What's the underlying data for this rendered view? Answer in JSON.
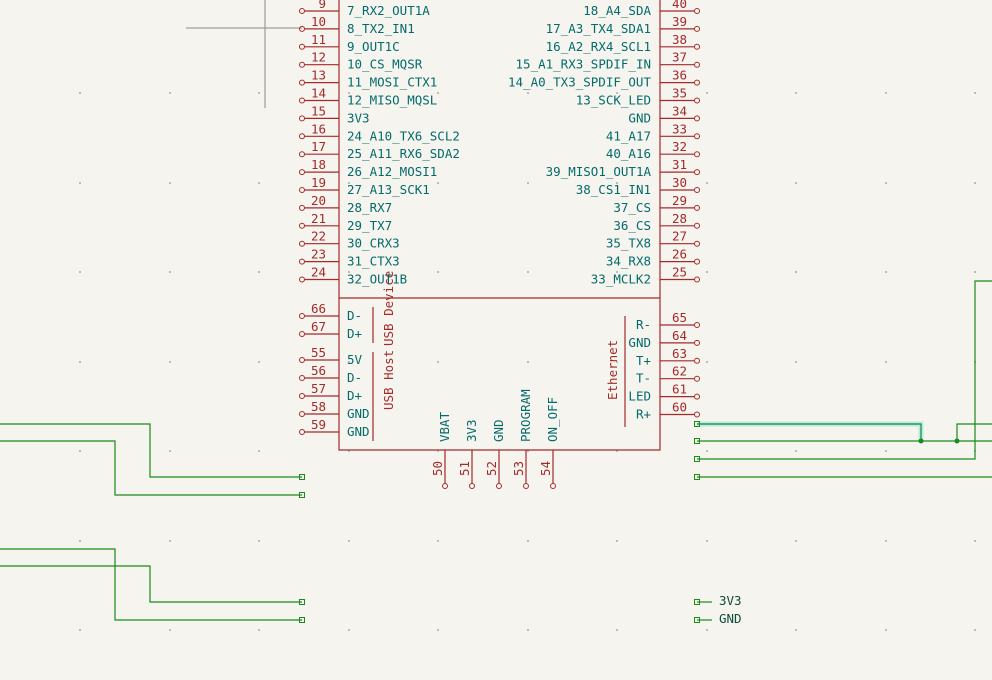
{
  "top_left_pins": [
    {
      "num": "9",
      "name": "7_RX2_OUT1A"
    },
    {
      "num": "10",
      "name": "8_TX2_IN1"
    },
    {
      "num": "11",
      "name": "9_OUT1C"
    },
    {
      "num": "12",
      "name": "10_CS_MQSR"
    },
    {
      "num": "13",
      "name": "11_MOSI_CTX1"
    },
    {
      "num": "14",
      "name": "12_MISO_MQSL"
    },
    {
      "num": "15",
      "name": "3V3"
    },
    {
      "num": "16",
      "name": "24_A10_TX6_SCL2"
    },
    {
      "num": "17",
      "name": "25_A11_RX6_SDA2"
    },
    {
      "num": "18",
      "name": "26_A12_MOSI1"
    },
    {
      "num": "19",
      "name": "27_A13_SCK1"
    },
    {
      "num": "20",
      "name": "28_RX7"
    },
    {
      "num": "21",
      "name": "29_TX7"
    },
    {
      "num": "22",
      "name": "30_CRX3"
    },
    {
      "num": "23",
      "name": "31_CTX3"
    },
    {
      "num": "24",
      "name": "32_OUT1B"
    }
  ],
  "top_right_pins": [
    {
      "num": "40",
      "name": "18_A4_SDA"
    },
    {
      "num": "39",
      "name": "17_A3_TX4_SDA1"
    },
    {
      "num": "38",
      "name": "16_A2_RX4_SCL1"
    },
    {
      "num": "37",
      "name": "15_A1_RX3_SPDIF_IN"
    },
    {
      "num": "36",
      "name": "14_A0_TX3_SPDIF_OUT"
    },
    {
      "num": "35",
      "name": "13_SCK_LED"
    },
    {
      "num": "34",
      "name": "GND"
    },
    {
      "num": "33",
      "name": "41_A17"
    },
    {
      "num": "32",
      "name": "40_A16"
    },
    {
      "num": "31",
      "name": "39_MISO1_OUT1A"
    },
    {
      "num": "30",
      "name": "38_CS1_IN1"
    },
    {
      "num": "29",
      "name": "37_CS"
    },
    {
      "num": "28",
      "name": "36_CS"
    },
    {
      "num": "27",
      "name": "35_TX8"
    },
    {
      "num": "26",
      "name": "34_RX8"
    },
    {
      "num": "25",
      "name": "33_MCLK2"
    }
  ],
  "usb_device_pins": [
    {
      "num": "66",
      "name": "D-"
    },
    {
      "num": "67",
      "name": "D+"
    }
  ],
  "usb_host_pins": [
    {
      "num": "55",
      "name": "5V"
    },
    {
      "num": "56",
      "name": "D-"
    },
    {
      "num": "57",
      "name": "D+"
    },
    {
      "num": "58",
      "name": "GND"
    },
    {
      "num": "59",
      "name": "GND"
    }
  ],
  "ethernet_pins": [
    {
      "num": "65",
      "name": "R-"
    },
    {
      "num": "64",
      "name": "GND"
    },
    {
      "num": "63",
      "name": "T+"
    },
    {
      "num": "62",
      "name": "T-"
    },
    {
      "num": "61",
      "name": "LED"
    },
    {
      "num": "60",
      "name": "R+"
    }
  ],
  "bottom_pins": [
    {
      "num": "50",
      "name": "VBAT"
    },
    {
      "num": "51",
      "name": "3V3"
    },
    {
      "num": "52",
      "name": "GND"
    },
    {
      "num": "53",
      "name": "PROGRAM"
    },
    {
      "num": "54",
      "name": "ON_OFF"
    }
  ],
  "group_labels": {
    "usb_device": "USB Device",
    "usb_host": "USB Host",
    "ethernet": "Ethernet"
  },
  "net_labels": [
    "3V3",
    "GND"
  ],
  "colors": {
    "background": "#f5f4ef",
    "symbol_body": "#a52a2a",
    "pin_name": "#046b6b",
    "wire": "#1a8a1a",
    "highlight": "#7fe3e3"
  }
}
